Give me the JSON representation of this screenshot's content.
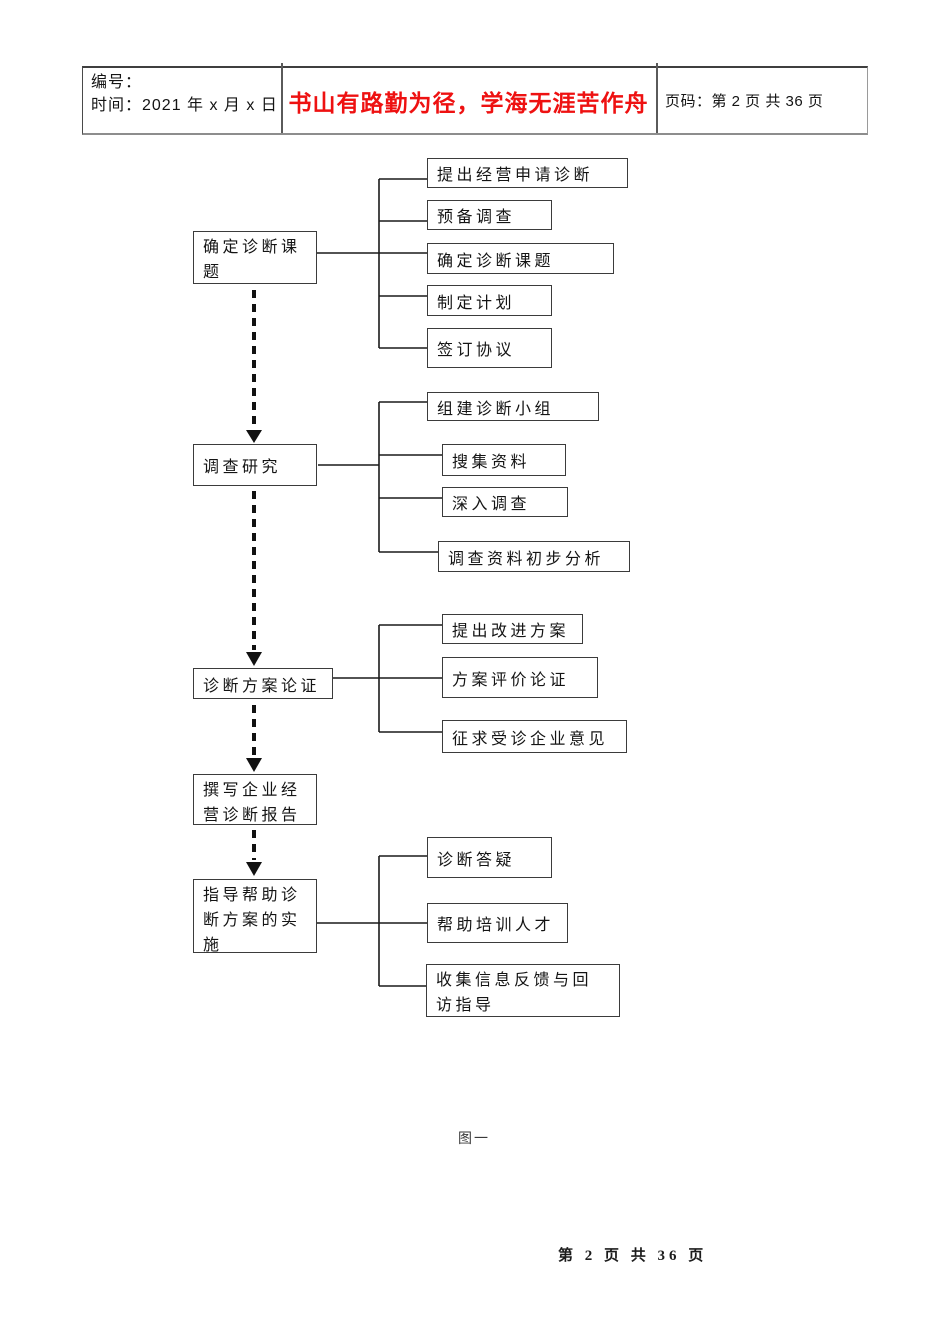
{
  "header": {
    "number_label": "编号：",
    "time_label": "时间：2021 年 x 月 x 日",
    "slogan": "书山有路勤为径，学海无涯苦作舟",
    "slogan_color": "#ee1111",
    "page_label": "页码：第 2 页 共 36 页"
  },
  "flowchart": {
    "stages": [
      {
        "label": "确定诊断课题",
        "children": [
          "提出经营申请诊断",
          "预备调查",
          "确定诊断课题",
          "制定计划",
          "签订协议"
        ]
      },
      {
        "label": "调查研究",
        "children": [
          "组建诊断小组",
          "搜集资料",
          "深入调查",
          "调查资料初步分析"
        ]
      },
      {
        "label": "诊断方案论证",
        "children": [
          "提出改进方案",
          "方案评价论证",
          "征求受诊企业意见"
        ]
      },
      {
        "label": "撰写企业经营诊断报告",
        "children": []
      },
      {
        "label": "指导帮助诊断方案的实施",
        "children": [
          "诊断答疑",
          "帮助培训人才",
          "收集信息反馈与回访指导"
        ]
      }
    ],
    "line_color": "#1a1a1a"
  },
  "caption": {
    "text": "图一"
  },
  "footer": {
    "page_text": "第 2 页 共 36 页"
  }
}
